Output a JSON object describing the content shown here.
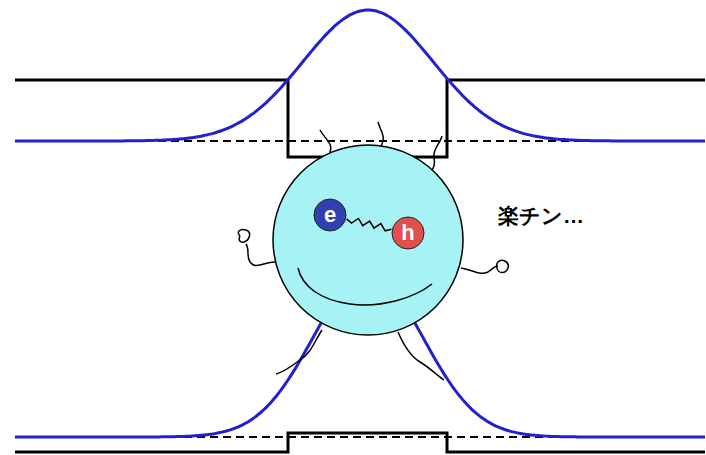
{
  "diagram": {
    "nodes": [
      {
        "text": [
          "e"
        ]
      },
      {
        "text": [
          "h"
        ]
      }
    ],
    "edges": [
      {
        "from": 0,
        "to": 1,
        "arrow": "none"
      }
    ],
    "labels": [
      "楽チン…"
    ]
  }
}
